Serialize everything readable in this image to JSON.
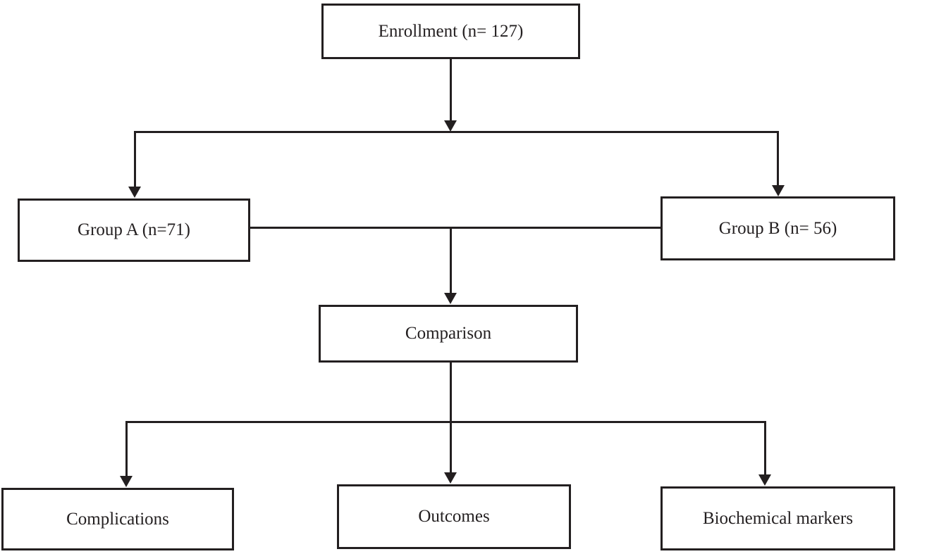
{
  "diagram": {
    "type": "flowchart",
    "nodes": [
      {
        "id": "enrollment",
        "label": "Enrollment (n= 127)"
      },
      {
        "id": "group-a",
        "label": "Group A (n=71)"
      },
      {
        "id": "group-b",
        "label": "Group B (n= 56)"
      },
      {
        "id": "comparison",
        "label": "Comparison"
      },
      {
        "id": "complications",
        "label": "Complications"
      },
      {
        "id": "outcomes",
        "label": "Outcomes"
      },
      {
        "id": "biochemical-markers",
        "label": "Biochemical markers"
      }
    ],
    "edges": [
      {
        "from": "enrollment",
        "to": "group-a"
      },
      {
        "from": "enrollment",
        "to": "group-b"
      },
      {
        "from": "group-a",
        "to": "comparison"
      },
      {
        "from": "group-b",
        "to": "comparison"
      },
      {
        "from": "comparison",
        "to": "complications"
      },
      {
        "from": "comparison",
        "to": "outcomes"
      },
      {
        "from": "comparison",
        "to": "biochemical-markers"
      }
    ],
    "colors": {
      "background": "#ffffff",
      "box_fill": "#ffffff",
      "box_border": "#231f20",
      "line": "#231f20",
      "text": "#231f20"
    }
  }
}
